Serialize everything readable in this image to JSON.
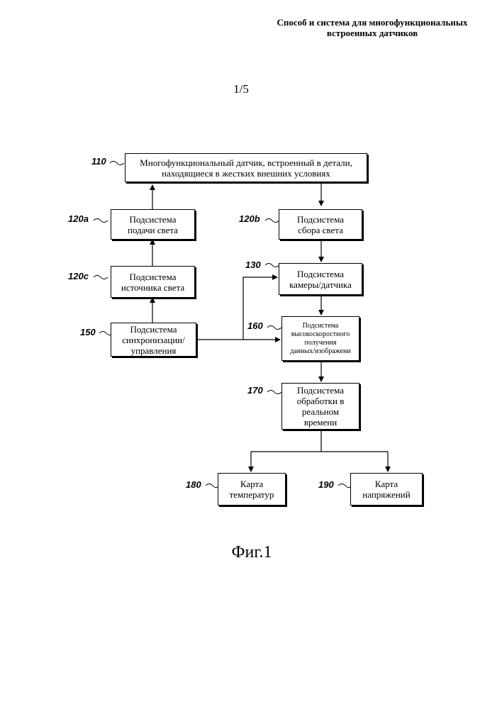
{
  "header": {
    "line1": "Способ и система для многофункциональных",
    "line2": "встроенных датчиков"
  },
  "page_number": "1/5",
  "caption": "Фиг.1",
  "boxes": {
    "b110": {
      "ref": "110",
      "line1": "Многофункциональный датчик, встроенный в детали,",
      "line2": "находящиеся в жестких внешних условиях"
    },
    "b120a": {
      "ref": "120a",
      "line1": "Подсистема",
      "line2": "подачи света"
    },
    "b120b": {
      "ref": "120b",
      "line1": "Подсистема",
      "line2": "сбора света"
    },
    "b120c": {
      "ref": "120c",
      "line1": "Подсистема",
      "line2": "источника света"
    },
    "b130": {
      "ref": "130",
      "line1": "Подсистема",
      "line2": "камеры/датчика"
    },
    "b150": {
      "ref": "150",
      "line1": "Подсистема",
      "line2": "синхронизации/",
      "line3": "управления"
    },
    "b160": {
      "ref": "160",
      "line1": "Подсистема",
      "line2": "высокоскоростного",
      "line3": "получения",
      "line4": "данных/изображени"
    },
    "b170": {
      "ref": "170",
      "line1": "Подсистема",
      "line2": "обработки в",
      "line3": "реальном",
      "line4": "времени"
    },
    "b180": {
      "ref": "180",
      "line1": "Карта",
      "line2": "температур"
    },
    "b190": {
      "ref": "190",
      "line1": "Карта",
      "line2": "напряжений"
    }
  }
}
